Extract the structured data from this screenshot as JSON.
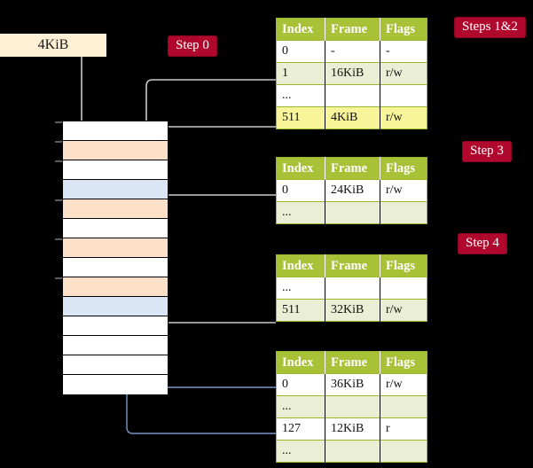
{
  "diagram": {
    "title_hidden": "",
    "colors": {
      "badge_bg": "#b0072c",
      "badge_text": "#ffffff",
      "table_header_bg": "#a7c236",
      "table_alt_row_bg": "#e9eed4",
      "table_highlight_bg": "#f7f49a",
      "memory_orange": "#fde0c8",
      "memory_blue": "#dae6f5",
      "size_label_bg": "#fdf0d5",
      "background": "#000000",
      "gray_arrow": "#c8c8c8",
      "blue_arrow": "#6b8cc0"
    }
  },
  "badges": [
    {
      "id": "step0",
      "label": "Step 0"
    },
    {
      "id": "steps1and2",
      "label": "Steps 1&2"
    },
    {
      "id": "step3",
      "label": "Step 3"
    },
    {
      "id": "step4",
      "label": "Step 4"
    }
  ],
  "size_label": {
    "text": "4KiB"
  },
  "memory": {
    "rows": [
      {
        "index": 0,
        "fill": "white"
      },
      {
        "index": 1,
        "fill": "orange"
      },
      {
        "index": 2,
        "fill": "white"
      },
      {
        "index": 3,
        "fill": "blue"
      },
      {
        "index": 4,
        "fill": "orange"
      },
      {
        "index": 5,
        "fill": "white"
      },
      {
        "index": 6,
        "fill": "orange"
      },
      {
        "index": 7,
        "fill": "white"
      },
      {
        "index": 8,
        "fill": "orange"
      },
      {
        "index": 9,
        "fill": "blue"
      },
      {
        "index": 10,
        "fill": "white"
      },
      {
        "index": 11,
        "fill": "white"
      },
      {
        "index": 12,
        "fill": "white"
      },
      {
        "index": 13,
        "fill": "white"
      }
    ]
  },
  "tables": [
    {
      "id": "table-level4",
      "headers": [
        "Index",
        "Frame",
        "Flags"
      ],
      "rows": [
        {
          "cells": [
            "0",
            "-",
            "-"
          ],
          "alt": false,
          "highlight": false
        },
        {
          "cells": [
            "1",
            "16KiB",
            "r/w"
          ],
          "alt": true,
          "highlight": false
        },
        {
          "cells": [
            "...",
            "",
            ""
          ],
          "alt": false,
          "highlight": false
        },
        {
          "cells": [
            "511",
            "4KiB",
            "r/w"
          ],
          "alt": true,
          "highlight": true
        }
      ]
    },
    {
      "id": "table-level3",
      "headers": [
        "Index",
        "Frame",
        "Flags"
      ],
      "rows": [
        {
          "cells": [
            "0",
            "24KiB",
            "r/w"
          ],
          "alt": false,
          "highlight": false
        },
        {
          "cells": [
            "...",
            "",
            ""
          ],
          "alt": true,
          "highlight": false
        }
      ]
    },
    {
      "id": "table-level2",
      "headers": [
        "Index",
        "Frame",
        "Flags"
      ],
      "rows": [
        {
          "cells": [
            "...",
            "",
            ""
          ],
          "alt": false,
          "highlight": false
        },
        {
          "cells": [
            "511",
            "32KiB",
            "r/w"
          ],
          "alt": true,
          "highlight": false
        }
      ]
    },
    {
      "id": "table-level1",
      "headers": [
        "Index",
        "Frame",
        "Flags"
      ],
      "rows": [
        {
          "cells": [
            "0",
            "36KiB",
            "r/w"
          ],
          "alt": false,
          "highlight": false
        },
        {
          "cells": [
            "...",
            "",
            ""
          ],
          "alt": true,
          "highlight": false
        },
        {
          "cells": [
            "127",
            "12KiB",
            "r"
          ],
          "alt": false,
          "highlight": false
        },
        {
          "cells": [
            "...",
            "",
            ""
          ],
          "alt": true,
          "highlight": false
        }
      ]
    }
  ]
}
